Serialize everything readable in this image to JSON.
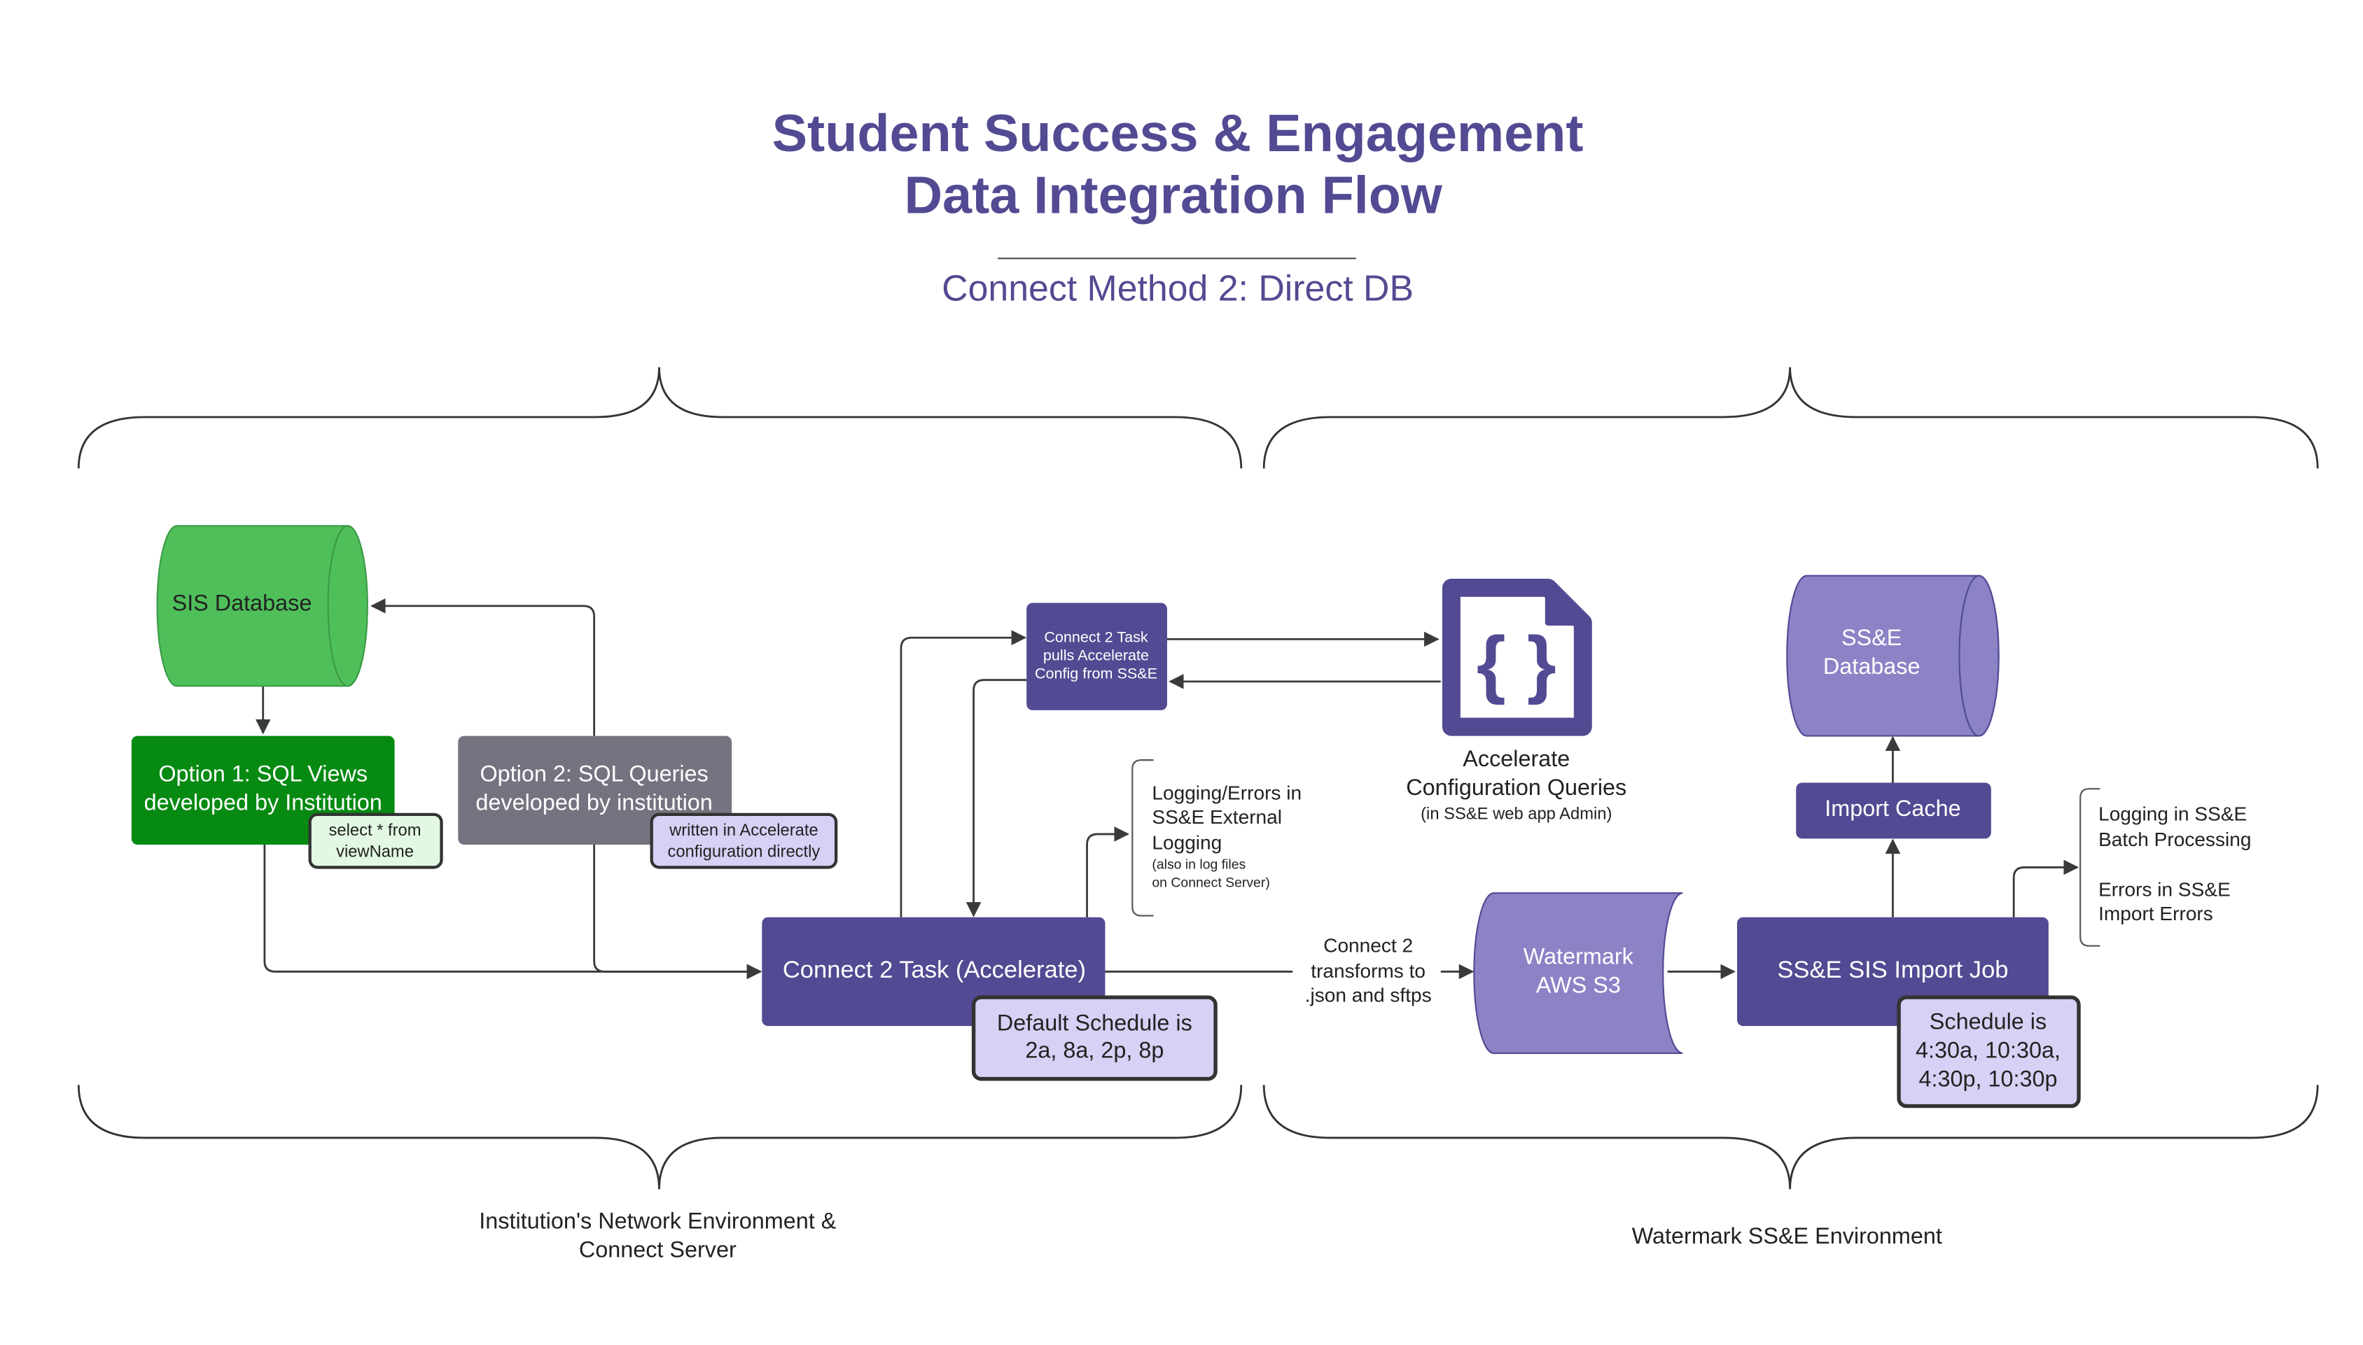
{
  "title": {
    "line1": "Student Success & Engagement",
    "line2": "Data Integration Flow",
    "subtitle": "Connect Method 2: Direct DB"
  },
  "nodes": {
    "sis_database": {
      "label": "SIS Database"
    },
    "option1": {
      "line1": "Option 1: SQL Views",
      "line2": "developed by Institution"
    },
    "option1_note": {
      "line1": "select * from",
      "line2": "viewName"
    },
    "option2": {
      "line1": "Option 2: SQL Queries",
      "line2": "developed by institution"
    },
    "option2_note": {
      "line1": "written in Accelerate",
      "line2": "configuration directly"
    },
    "connect_task_small": {
      "line1": "Connect 2 Task",
      "line2": "pulls Accelerate",
      "line3": "Config from SS&E"
    },
    "config_queries": {
      "icon_glyph": "{ }",
      "line1": "Accelerate",
      "line2": "Configuration Queries",
      "line3": "(in SS&E web app Admin)"
    },
    "logging_external": {
      "line1": "Logging/Errors in",
      "line2": "SS&E External",
      "line3": "Logging",
      "line4": "(also in log files",
      "line5": "on Connect Server)"
    },
    "connect_task": {
      "label": "Connect 2 Task (Accelerate)"
    },
    "default_schedule": {
      "line1": "Default Schedule is",
      "line2": "2a, 8a, 2p, 8p"
    },
    "transform_label": {
      "line1": "Connect 2",
      "line2": "transforms to",
      "line3": ".json and sftps"
    },
    "watermark_s3": {
      "line1": "Watermark",
      "line2": "AWS S3"
    },
    "import_job": {
      "label": "SS&E SIS Import Job"
    },
    "import_schedule": {
      "line1": "Schedule is",
      "line2": "4:30a, 10:30a,",
      "line3": "4:30p, 10:30p"
    },
    "import_cache": {
      "label": "Import Cache"
    },
    "sse_database": {
      "line1": "SS&E",
      "line2": "Database"
    },
    "logging_batch": {
      "line1": "Logging in SS&E",
      "line2": "Batch Processing",
      "line3": "Errors in SS&E",
      "line4": "Import Errors"
    }
  },
  "regions": {
    "institution": {
      "line1": "Institution's Network Environment &",
      "line2": "Connect Server"
    },
    "watermark": {
      "label": "Watermark SS&E Environment"
    }
  },
  "colors": {
    "title": "#524a92",
    "purple_dark": "#524a92",
    "purple_light_fill": "#d9d0f5",
    "purple_cylinder": "#8b83c6",
    "green_dark": "#068a12",
    "green_cylinder": "#4fbf5a",
    "green_light_fill": "#e2f8e3",
    "gray": "#747480"
  }
}
